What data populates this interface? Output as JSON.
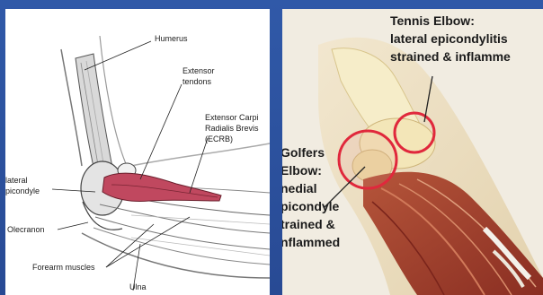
{
  "left_panel": {
    "labels": {
      "humerus": "Humerus",
      "extensor": "Extensor",
      "tendons": "tendons",
      "ecrb1": "Extensor Carpi",
      "ecrb2": "Radialis Brevis",
      "ecrb3": "(ECRB)",
      "lateral": "lateral",
      "epicondyle": "picondyle",
      "olecranon": "Olecranon",
      "forearm_muscles": "Forearm muscles",
      "ulna": "Ulna"
    }
  },
  "right_panel": {
    "tennis": [
      "Tennis Elbow:",
      "lateral epicondylitis",
      "strained & inflamme"
    ],
    "golfers": [
      "Golfers",
      "Elbow:",
      "nedial",
      "picondyle",
      "trained &",
      "nflammed"
    ]
  },
  "colors": {
    "background": "#2c4f9a",
    "highlight_circle": "#e0283c",
    "ecrb_muscle": "#c0485f"
  }
}
